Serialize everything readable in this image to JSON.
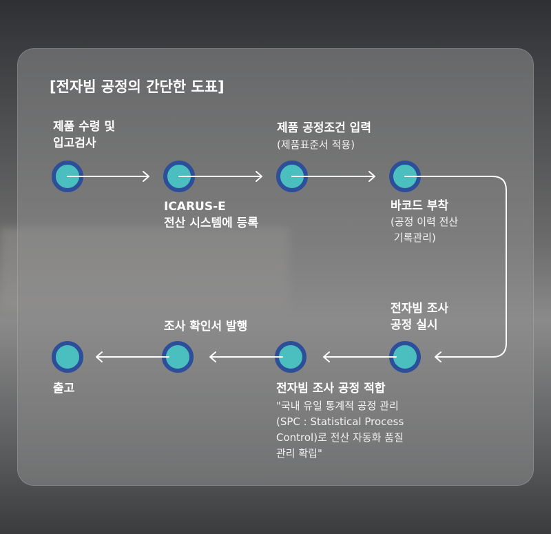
{
  "title": "[전자빔 공정의 간단한 도표]",
  "steps": [
    {
      "title": [
        "제품 수령 및",
        "입고검사"
      ]
    },
    {
      "title": [
        "ICARUS-E",
        "전산 시스템에 등록"
      ]
    },
    {
      "title": [
        "제품 공정조건 입력"
      ],
      "sub": [
        "(제품표준서 적용)"
      ]
    },
    {
      "title": [
        "바코드 부착"
      ],
      "sub": [
        "(공정 이력 전산",
        " 기록관리)"
      ]
    },
    {
      "title": [
        "전자빔 조사",
        "공정 실시"
      ]
    },
    {
      "title": [
        "전자빔 조사 공정 적합"
      ],
      "sub": [
        "\"국내 유일 통계적 공정 관리",
        "(SPC : Statistical Process",
        "Control)로 전산 자동화 품질",
        "관리 확립\""
      ]
    },
    {
      "title": [
        "조사 확인서 발행"
      ]
    },
    {
      "title": [
        "출고"
      ]
    }
  ],
  "colors": {
    "ring": "#2d4f9a",
    "node": "#4bbfc0"
  }
}
